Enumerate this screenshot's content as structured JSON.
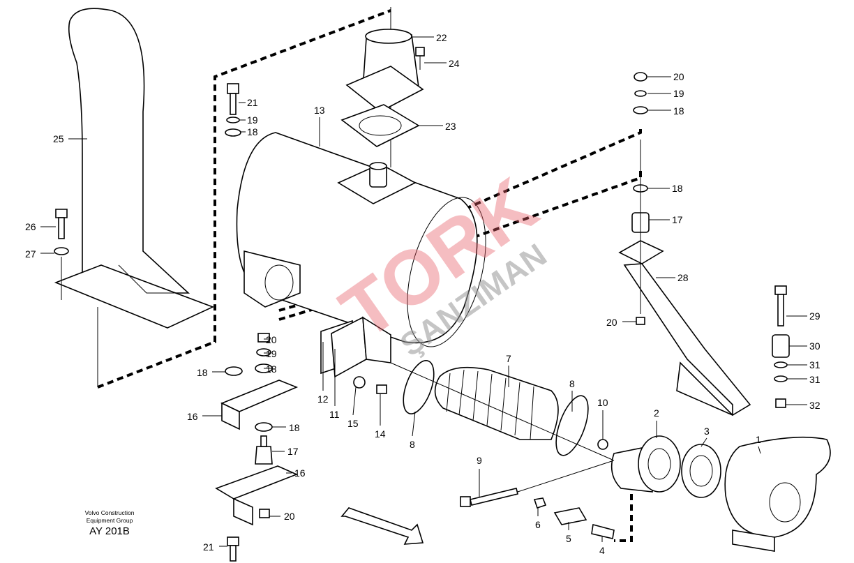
{
  "diagram": {
    "callouts": [
      "22",
      "24",
      "21",
      "19",
      "18",
      "13",
      "23",
      "25",
      "26",
      "27",
      "20",
      "19",
      "18",
      "18",
      "17",
      "28",
      "20",
      "29",
      "30",
      "31",
      "31",
      "32",
      "20",
      "19",
      "18",
      "18",
      "16",
      "18",
      "17",
      "16",
      "20",
      "21",
      "12",
      "11",
      "15",
      "14",
      "8",
      "7",
      "8",
      "10",
      "9",
      "2",
      "3",
      "1",
      "6",
      "5",
      "4"
    ],
    "publisher_line1": "Volvo Construction",
    "publisher_line2": "Equipment Group",
    "drawing_code": "AY 201B",
    "watermark": {
      "brand": "TORK",
      "sub": "ŞANZIMAN",
      "color": "#e65a64"
    }
  }
}
